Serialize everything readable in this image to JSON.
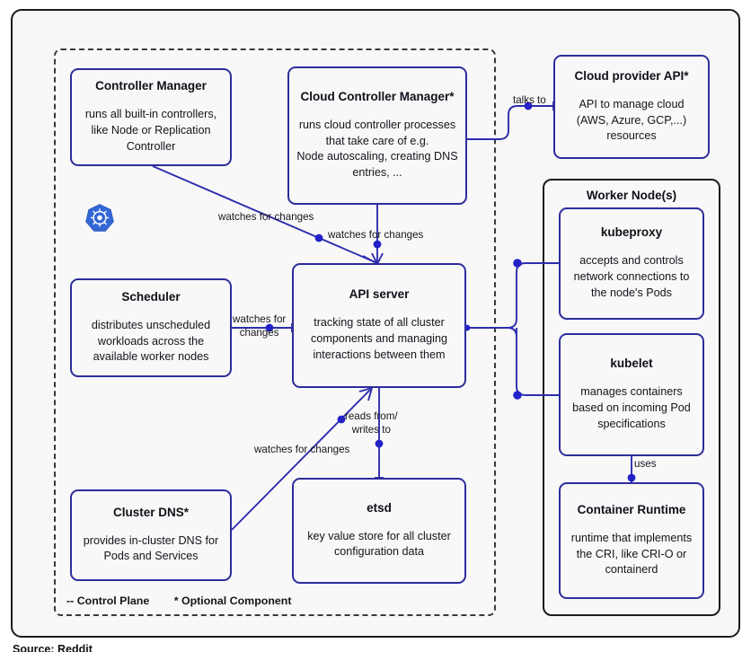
{
  "diagram": {
    "control_plane": {
      "legend_dash": "-- Control Plane",
      "legend_optional": "* Optional Component"
    },
    "worker_node": {
      "title": "Worker Node(s)"
    },
    "logo": {
      "name": "kubernetes-logo"
    },
    "source_note": "Source: Reddit",
    "nodes": {
      "controller_manager": {
        "title": "Controller Manager",
        "desc": "runs all built-in controllers, like Node or Replication Controller"
      },
      "cloud_controller_manager": {
        "title": "Cloud Controller Manager*",
        "desc": "runs cloud controller processes that take care of e.g.\nNode autoscaling, creating DNS entries, ..."
      },
      "cloud_provider_api": {
        "title": "Cloud provider API*",
        "desc": "API to manage cloud (AWS, Azure, GCP,...) resources"
      },
      "scheduler": {
        "title": "Scheduler",
        "desc": "distributes unscheduled workloads across the available worker nodes"
      },
      "api_server": {
        "title": "API server",
        "desc": "tracking state of all cluster components and managing interactions between them"
      },
      "cluster_dns": {
        "title": "Cluster DNS*",
        "desc": "provides in-cluster DNS for Pods and Services"
      },
      "etcd": {
        "title": "etsd",
        "desc": "key value store for all cluster configuration data"
      },
      "kubeproxy": {
        "title": "kubeproxy",
        "desc": "accepts and controls network connections to the node's Pods"
      },
      "kubelet": {
        "title": "kubelet",
        "desc": "manages containers based on incoming Pod specifications"
      },
      "container_runtime": {
        "title": "Container Runtime",
        "desc": "runtime that implements the CRI, like CRI-O or containerd"
      }
    },
    "edges": {
      "cm_to_api": "watches for changes",
      "ccm_to_api": "watches for changes",
      "ccm_to_cloud": "talks to",
      "sched_to_api": "watches for\nchanges",
      "api_to_etcd": "reads from/\nwrites to",
      "dns_to_api": "watches for changes",
      "kubelet_to_runtime": "uses"
    },
    "colors": {
      "card_border": "#2d2d9c",
      "wire": "#2d2dad",
      "dot": "#2222c8",
      "frame": "#1b1b1b",
      "canvas": "#f7f7f7",
      "k8s_blue": "#3267d6"
    }
  }
}
